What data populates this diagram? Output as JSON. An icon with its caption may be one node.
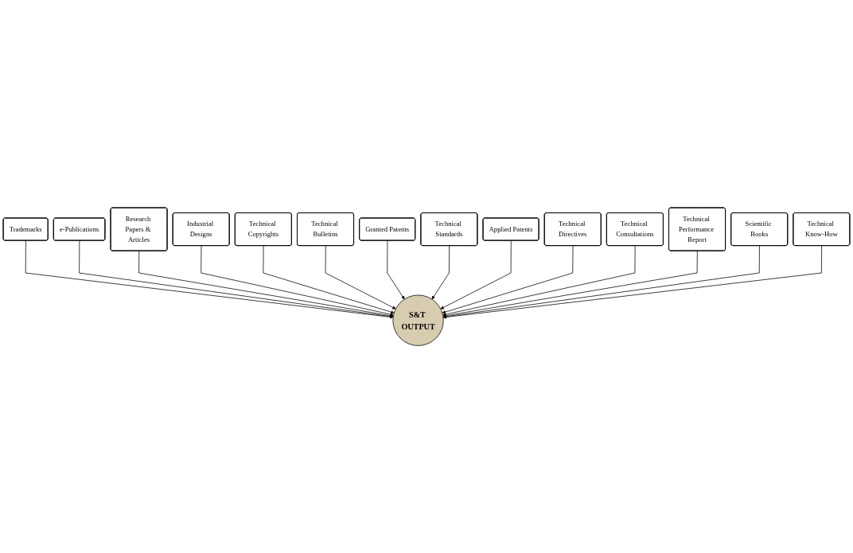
{
  "diagram": {
    "nodes": [
      {
        "text": [
          "Trademarks"
        ]
      },
      {
        "text": [
          "e-Publications"
        ]
      },
      {
        "text": [
          "Research Papers & Articles"
        ]
      },
      {
        "text": [
          "Industrial Designs"
        ]
      },
      {
        "text": [
          "Technical Copyrights"
        ]
      },
      {
        "text": [
          "Technical Bulletins"
        ]
      },
      {
        "text": [
          "S&T OUTPUT"
        ]
      },
      {
        "text": [
          "Granted Patents"
        ]
      },
      {
        "text": [
          "Technical Standards"
        ]
      },
      {
        "text": [
          "Applied Patents"
        ]
      },
      {
        "text": [
          "Technical Directives"
        ]
      },
      {
        "text": [
          "Technical Consultations"
        ]
      },
      {
        "text": [
          "Technical Performance Report"
        ]
      },
      {
        "text": [
          "Scientific Books"
        ]
      },
      {
        "text": [
          "Technical Know-How"
        ]
      }
    ],
    "edges": [
      {
        "from": 0,
        "to": 6,
        "arrow": "to"
      },
      {
        "from": 1,
        "to": 6,
        "arrow": "to"
      },
      {
        "from": 2,
        "to": 6,
        "arrow": "to"
      },
      {
        "from": 3,
        "to": 6,
        "arrow": "to"
      },
      {
        "from": 4,
        "to": 6,
        "arrow": "to"
      },
      {
        "from": 5,
        "to": 6,
        "arrow": "to"
      },
      {
        "from": 7,
        "to": 6,
        "arrow": "to"
      },
      {
        "from": 8,
        "to": 6,
        "arrow": "to"
      },
      {
        "from": 9,
        "to": 6,
        "arrow": "to"
      },
      {
        "from": 10,
        "to": 6,
        "arrow": "to"
      },
      {
        "from": 11,
        "to": 6,
        "arrow": "to"
      },
      {
        "from": 12,
        "to": 6,
        "arrow": "to"
      },
      {
        "from": 13,
        "to": 6,
        "arrow": "to"
      },
      {
        "from": 14,
        "to": 6,
        "arrow": "to"
      }
    ]
  }
}
